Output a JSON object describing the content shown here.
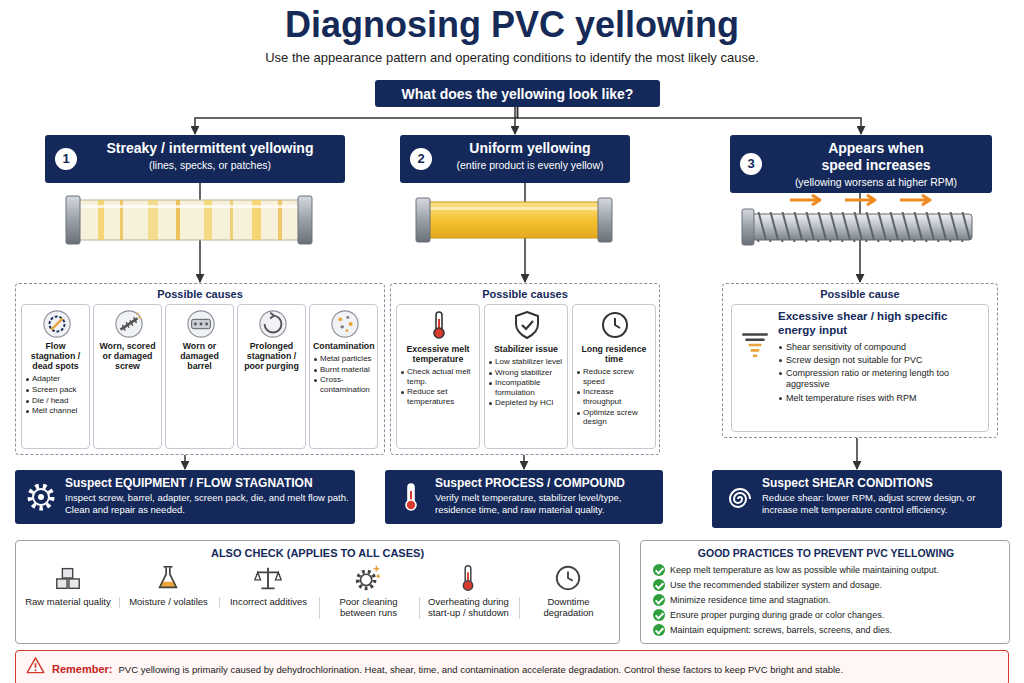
{
  "diagram": {
    "title": "Diagnosing PVC yellowing",
    "caption": "Use the appearance pattern and operating conditions to identify the most likely cause.",
    "nodes": [
      {
        "text": [
          "What does the yellowing look like?"
        ]
      },
      {
        "text": [
          "1",
          "Streaky / intermittent yellowing",
          "(lines, specks, or patches)"
        ]
      },
      {
        "text": [
          "Possible causes"
        ]
      },
      {
        "text": [
          "Flow stagnation / dead spots",
          "Adapter",
          "Screen pack",
          "Die / head",
          "Melt channel"
        ],
        "in": 2
      },
      {
        "text": [
          "Worn, scored or damaged screw"
        ],
        "in": 2
      },
      {
        "text": [
          "Worn or damaged barrel"
        ],
        "in": 2
      },
      {
        "text": [
          "Prolonged stagnation / poor purging"
        ],
        "in": 2
      },
      {
        "text": [
          "Contamination",
          "Metal particles",
          "Burnt material",
          "Cross-contamination"
        ],
        "in": 2
      },
      {
        "text": [
          "Suspect EQUIPMENT / FLOW STAGNATION",
          "Inspect screw, barrel, adapter, screen pack, die, and melt flow path. Clean and repair as needed."
        ]
      },
      {
        "text": [
          "2",
          "Uniform yellowing",
          "(entire product is evenly yellow)"
        ]
      },
      {
        "text": [
          "Possible causes"
        ]
      },
      {
        "text": [
          "Excessive melt temperature",
          "Check actual melt temp.",
          "Reduce set temperatures"
        ],
        "in": 10
      },
      {
        "text": [
          "Stabilizer issue",
          "Low stabilizer level",
          "Wrong stabilizer",
          "Incompatible formulation",
          "Depleted by HCl"
        ],
        "in": 10
      },
      {
        "text": [
          "Long residence time",
          "Reduce screw speed",
          "Increase throughput",
          "Optimize screw design"
        ],
        "in": 10
      },
      {
        "text": [
          "Suspect PROCESS / COMPOUND",
          "Verify melt temperature, stabilizer level/type, residence time, and raw material quality."
        ]
      },
      {
        "text": [
          "3",
          "Appears when speed increases",
          "(yellowing worsens at higher RPM)"
        ]
      },
      {
        "text": [
          "Possible cause"
        ]
      },
      {
        "text": [
          "Excessive shear / high specific energy input",
          "Shear sensitivity of compound",
          "Screw design not suitable for PVC",
          "Compression ratio or metering length too aggressive",
          "Melt temperature rises with RPM"
        ],
        "in": 16
      },
      {
        "text": [
          "Suspect SHEAR CONDITIONS",
          "Reduce shear: lower RPM, adjust screw design, or increase melt temperature control efficiency."
        ]
      },
      {
        "text": [
          "ALSO CHECK (APPLIES TO ALL CASES)",
          "Raw material quality",
          "Moisture / volatiles",
          "Incorrect additives",
          "Poor cleaning between runs",
          "Overheating during start-up / shutdown",
          "Downtime degradation"
        ]
      },
      {
        "text": [
          "GOOD PRACTICES TO PREVENT PVC YELLOWING",
          "Keep melt temperature as low as possible while maintaining output.",
          "Use the recommended stabilizer system and dosage.",
          "Minimize residence time and stagnation.",
          "Ensure proper purging during grade or color changes.",
          "Maintain equipment: screws, barrels, screens, and dies."
        ]
      },
      {
        "text": [
          "Remember:",
          "PVC yellowing is primarily caused by dehydrochlorination. Heat, shear, time, and contamination accelerate degradation. Control these factors to keep PVC bright and stable."
        ]
      }
    ],
    "edges": [
      {
        "from": 0,
        "to": 1,
        "arrow": "to"
      },
      {
        "from": 0,
        "to": 9,
        "arrow": "to"
      },
      {
        "from": 0,
        "to": 15,
        "arrow": "to"
      },
      {
        "from": 1,
        "to": 2,
        "arrow": "to"
      },
      {
        "from": 2,
        "to": 8,
        "arrow": "to"
      },
      {
        "from": 9,
        "to": 10,
        "arrow": "to"
      },
      {
        "from": 10,
        "to": 14,
        "arrow": "to"
      },
      {
        "from": 15,
        "to": 16,
        "arrow": "to"
      },
      {
        "from": 16,
        "to": 18,
        "arrow": "to"
      }
    ]
  }
}
